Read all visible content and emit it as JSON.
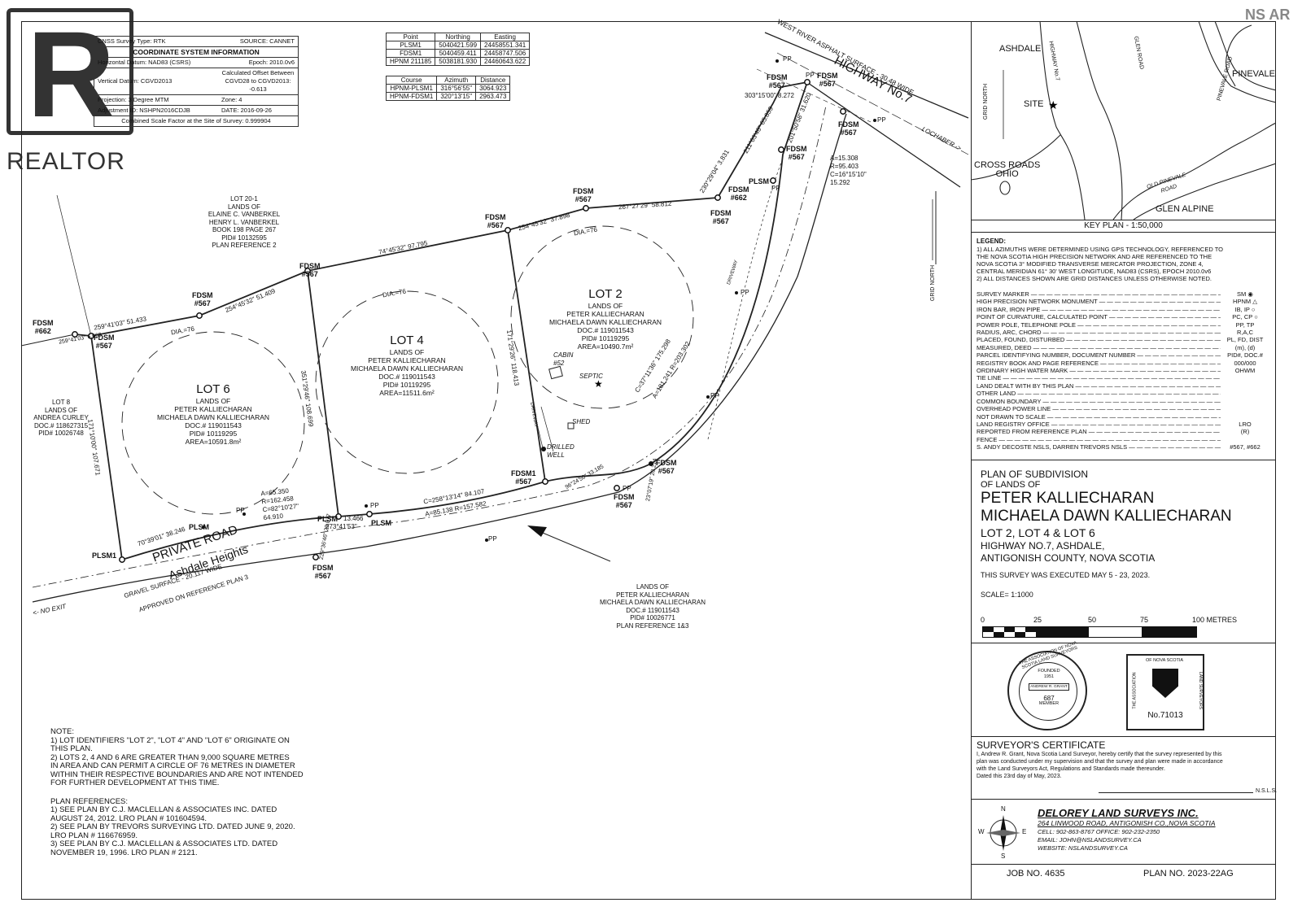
{
  "watermark": {
    "brand": "REALTOR",
    "mark": "R",
    "corner_logo": "NS AR",
    "color": "#333333"
  },
  "coordinate_system": {
    "rows": [
      {
        "left": "CNSS Survey Type: RTK",
        "right": "SOURCE: CANNET"
      },
      {
        "full": "COORDINATE SYSTEM INFORMATION"
      },
      {
        "left": "Horizontal Datum: NAD83 (CSRS)",
        "right": "Epoch: 2010.0v6"
      },
      {
        "left": "Vertical Datum: CGVD2013",
        "right": "Calculated Offset Between CGVD28 to CGVD2013: -0.613"
      },
      {
        "left": "Projection: 3 Degree MTM",
        "right": "Zone: 4"
      },
      {
        "left": "Adjustment ID: NSHPN2016CDJB",
        "right": "DATE: 2016-09-26"
      },
      {
        "full": "Combined Scale Factor at the Site of Survey: 0.999904"
      }
    ]
  },
  "point_table": {
    "headers": [
      "Point",
      "Northing",
      "Easting"
    ],
    "rows": [
      [
        "PLSM1",
        "5040421.599",
        "24458551.341"
      ],
      [
        "FDSM1",
        "5040459.411",
        "24458747.506"
      ],
      [
        "HPNM 211185",
        "5038181.930",
        "24460643.622"
      ]
    ]
  },
  "course_table": {
    "headers": [
      "Course",
      "Azimuth",
      "Distance"
    ],
    "rows": [
      [
        "HPNM-PLSM1",
        "316°56'55\"",
        "3064.923"
      ],
      [
        "HPNM-FDSM1",
        "320°13'15\"",
        "2963.473"
      ]
    ]
  },
  "plan": {
    "lots": [
      {
        "title": "LOT 6",
        "lands": "LANDS OF",
        "owner1": "PETER KALLIECHARAN",
        "owner2": "MICHAELA DAWN KALLIECHARAN",
        "doc": "DOC.# 119011543",
        "pid": "PID# 10119295",
        "area": "AREA=10591.8m²"
      },
      {
        "title": "LOT 4",
        "lands": "LANDS OF",
        "owner1": "PETER KALLIECHARAN",
        "owner2": "MICHAELA DAWN KALLIECHARAN",
        "doc": "DOC.# 119011543",
        "pid": "PID# 10119295",
        "area": "AREA=11511.6m²"
      },
      {
        "title": "LOT 2",
        "lands": "LANDS OF",
        "owner1": "PETER KALLIECHARAN",
        "owner2": "MICHAELA DAWN KALLIECHARAN",
        "doc": "DOC.# 119011543",
        "pid": "PID# 10119295",
        "area": "AREA=10490.7m²"
      }
    ],
    "adjacent": [
      {
        "lines": [
          "LOT 20-1",
          "LANDS OF",
          "ELAINE C. VANBERKEL",
          "HENRY L. VANBERKEL",
          "BOOK 198 PAGE 267",
          "PID# 10132595",
          "PLAN REFERENCE 2"
        ]
      },
      {
        "lines": [
          "LOT 8",
          "LANDS OF",
          "ANDREA CURLEY",
          "DOC.# 118627315",
          "PID# 10026748"
        ]
      },
      {
        "lines": [
          "LANDS OF",
          "PETER KALLIECHARAN",
          "MICHAELA DAWN KALLIECHARAN",
          "DOC.# 119011543",
          "PID# 10026771",
          "PLAN REFERENCE 1&3"
        ]
      }
    ],
    "markers": {
      "fdsm": "FDSM",
      "fdsm1": "FDSM1",
      "plsm": "PLSM",
      "plsm1": "PLSM1",
      "n567": "#567",
      "n662": "#662",
      "pp": "PP"
    },
    "dims": {
      "d1": "259°41'03\" 51.433",
      "d2": "254°45'32\" 51.409",
      "d3": "74°45'32\" 97.795",
      "d4": "254°45'32\" 37.898",
      "d5": "267°27'29\" 58.812",
      "d6": "230°29'04\" 3.831",
      "d7": "171°10'00\" 107.671",
      "d8": "351°29'46\" 108.699",
      "d9": "171°29'26\" 118.413",
      "d10": "211°03'48\" 65.859",
      "d11": "303°15'00\" 8.272",
      "d12": "201°50'58\" 31.620",
      "d13": "259°41'03\" 6.660",
      "d14": "70°39'01\" 38.246",
      "d15": "273°41'53\"",
      "d16": "13.466",
      "d17": "C=258°13'14\" 84.107",
      "d18": "A=85.138 R=157.582",
      "d19": "A=65.350",
      "d20": "R=162.458",
      "d21": "C=82°10'27\"",
      "d22": "64.910",
      "d23": "C=37°11'36\" 175.298",
      "d24": "A=181.241 R=203.302",
      "d25": "A=15.308",
      "d26": "R=95.403",
      "d27": "C=16°15'10\"",
      "d28": "15.292",
      "d29": "96°24'50\" 33.185",
      "d30": "23°07'19\" 20.214",
      "d31": "229°36'46\" 29.877"
    },
    "labels": {
      "dia": "DIA.=76",
      "cabin": "CABIN",
      "cabin_no": "#52",
      "septic": "SEPTIC",
      "shed": "SHED",
      "well1": "DRILLED",
      "well2": "WELL",
      "driveway": "DRIVEWAY",
      "highway": "HIGHWAY No.7",
      "highway_surface": "WEST RIVER ASPHALT SURFACE - 30.48 WIDE",
      "lochaber": "LOCHABER ->",
      "private_road": "PRIVATE ROAD",
      "ashdale": "Ashdale Heights",
      "gravel": "GRAVEL SURFACE - 20.117 WIDE",
      "approved": "APPROVED ON REFERENCE PLAN 3",
      "no_exit": "<- NO EXIT",
      "grid_north": "GRID NORTH"
    }
  },
  "notes": {
    "title": "NOTE:",
    "lines": [
      "1) LOT IDENTIFIERS \"LOT 2\", \"LOT 4\" AND \"LOT 6\" ORIGINATE ON",
      "THIS PLAN.",
      "2) LOTS 2, 4 AND 6  ARE GREATER THAN 9,000 SQUARE METRES",
      "IN AREA AND CAN PERMIT A CIRCLE OF 76 METRES IN DIAMETER",
      "WITHIN THEIR RESPECTIVE BOUNDARIES AND ARE NOT INTENDED",
      "FOR FURTHER DEVELOPMENT AT THIS TIME."
    ],
    "ref_title": "PLAN REFERENCES:",
    "refs": [
      "1) SEE PLAN BY C.J. MACLELLAN & ASSOCIATES INC. DATED",
      "AUGUST 24, 2012. LRO PLAN # 101604594.",
      "2) SEE PLAN BY TREVORS SURVEYING LTD. DATED JUNE 9, 2020.",
      "LRO PLAN # 116676959.",
      "3) SEE PLAN BY C.J. MACLELLAN & ASSOCIATES LTD. DATED",
      "NOVEMBER 19, 1996. LRO PLAN # 2121."
    ]
  },
  "key_plan": {
    "title": "KEY PLAN - 1:50,000",
    "places": {
      "ashdale": "ASHDALE",
      "pinevale": "PINEVALE",
      "site": "SITE",
      "cross1": "CROSS ROADS",
      "cross2": "OHIO",
      "glen_alpine": "GLEN ALPINE",
      "glen_road": "GLEN ROAD",
      "pinevale_road": "PINEVALE ROAD",
      "old_pinevale1": "OLD PINEVALE",
      "old_pinevale2": "ROAD",
      "hwy7": "HIGHWAY No.7",
      "grid_north": "GRID NORTH"
    }
  },
  "legend": {
    "title": "LEGEND:",
    "intro": [
      "1) ALL AZIMUTHS WERE DETERMINED USING GPS TECHNOLOGY, REFERENCED TO",
      "THE NOVA SCOTIA HIGH PRECISION NETWORK AND ARE REFERENCED TO THE",
      "NOVA SCOTIA 3° MODIFIED TRANSVERSE MERCATOR PROJECTION, ZONE 4,",
      "CENTRAL MERIDIAN 61° 30' WEST LONGITUDE, NAD83 (CSRS), EPOCH 2010.0v6",
      "2) ALL DISTANCES SHOWN ARE GRID DISTANCES UNLESS OTHERWISE NOTED."
    ],
    "items": [
      {
        "k": "SURVEY MARKER",
        "v": "SM ◉"
      },
      {
        "k": "HIGH PRECISION NETWORK MONUMENT",
        "v": "HPNM △"
      },
      {
        "k": "IRON BAR, IRON PIPE",
        "v": "IB, IP ○"
      },
      {
        "k": "POINT OF CURVATURE, CALCULATED POINT",
        "v": "PC, CP ○"
      },
      {
        "k": "POWER POLE, TELEPHONE POLE",
        "v": "PP, TP"
      },
      {
        "k": "RADIUS, ARC, CHORD",
        "v": "R,A,C"
      },
      {
        "k": "PLACED, FOUND, DISTURBED",
        "v": "PL, FD, DIST"
      },
      {
        "k": "MEASURED, DEED",
        "v": "(m), (d)"
      },
      {
        "k": "PARCEL IDENTIFYING NUMBER, DOCUMENT NUMBER",
        "v": "PID#, DOC.#"
      },
      {
        "k": "REGISTRY BOOK AND PAGE REFERENCE",
        "v": "000/000"
      },
      {
        "k": "ORDINARY HIGH WATER MARK",
        "v": "OHWM"
      },
      {
        "k": "TIE LINE",
        "v": ""
      },
      {
        "k": "LAND DEALT WITH BY THIS PLAN",
        "v": ""
      },
      {
        "k": "OTHER LAND",
        "v": ""
      },
      {
        "k": "COMMON BOUNDARY",
        "v": ""
      },
      {
        "k": "OVERHEAD POWER LINE",
        "v": ""
      },
      {
        "k": "NOT DRAWN TO SCALE",
        "v": ""
      },
      {
        "k": "LAND REGISTRY OFFICE",
        "v": "LRO"
      },
      {
        "k": "REPORTED FROM REFERENCE PLAN",
        "v": "(R)"
      },
      {
        "k": "FENCE",
        "v": ""
      },
      {
        "k": "S. ANDY DECOSTE NSLS, DARREN TREVORS NSLS",
        "v": "#567, #662"
      }
    ]
  },
  "title_block": {
    "l1": "PLAN OF SUBDIVISION",
    "l2": "OF LANDS OF",
    "l3": "PETER KALLIECHARAN",
    "l4": "MICHAELA DAWN KALLIECHARAN",
    "l5": "LOT 2, LOT 4 & LOT 6",
    "l6": "HIGHWAY NO.7, ASHDALE,",
    "l7": "ANTIGONISH COUNTY, NOVA SCOTIA",
    "executed": "THIS SURVEY WAS EXECUTED MAY 5 - 23, 2023.",
    "scale": "SCALE= 1:1000",
    "scale_ticks": [
      "0",
      "25",
      "50",
      "75",
      "100 METRES"
    ]
  },
  "seals": {
    "s1_ring": "THE ASSOCIATION OF NOVA SCOTIA LAND SURVEYORS",
    "s1_founded": "FOUNDED",
    "s1_year": "1951",
    "s1_name": "ANDREW R. GRANT",
    "s1_no": "687",
    "s1_member": "MEMBER",
    "s2_top": "OF NOVA SCOTIA",
    "s2_side1": "THE ASSOCIATION",
    "s2_side2": "LAND SURVEYORS",
    "s2_no": "No.71013"
  },
  "certificate": {
    "title": "SURVEYOR'S CERTIFICATE",
    "lines": [
      "I, Andrew R. Grant, Nova Scotia Land Surveyor, hereby certify that the survey represented by this",
      "plan was conducted under my supervision and that the survey and plan were made in accordance",
      "with the Land Surveyors Act, Regulations and Standards made thereunder.",
      "Dated this 23rd day of May, 2023."
    ],
    "nsls": "N.S.L.S."
  },
  "company": {
    "name": "DELOREY LAND SURVEYS INC.",
    "address": "264 LINWOOD ROAD, ANTIGONISH CO.,NOVA SCOTIA",
    "phone": "CELL: 902-863-8767  OFFICE: 902-232-2350",
    "email": "EMAIL: JOHN@NSLANDSURVEY.CA",
    "web": "WEBSITE: NSLANDSURVEY.CA",
    "compass": {
      "n": "N",
      "s": "S",
      "e": "E",
      "w": "W"
    }
  },
  "footer": {
    "job": "JOB  NO. 4635",
    "plan": "PLAN  NO. 2023-22AG"
  }
}
